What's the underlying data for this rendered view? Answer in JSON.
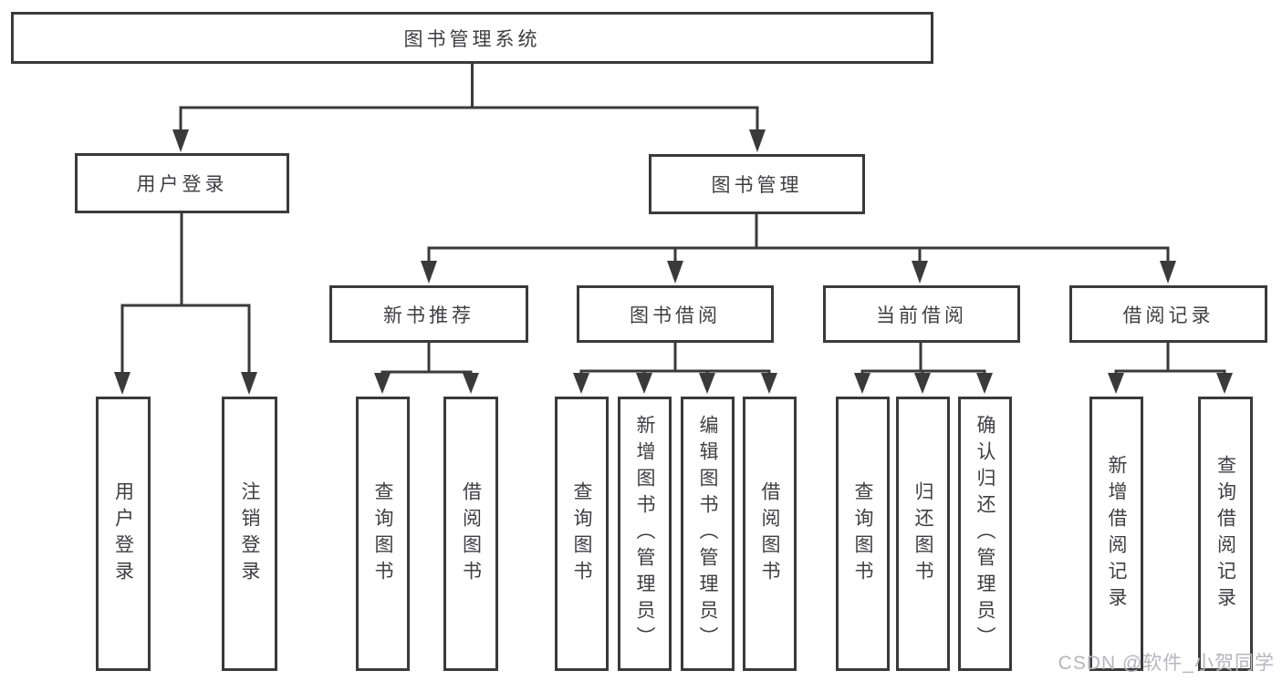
{
  "diagram": {
    "root": {
      "label": "图书管理系统"
    },
    "branches": [
      {
        "label": "用户登录",
        "children": [
          {
            "label": "用户登录"
          },
          {
            "label": "注销登录"
          }
        ]
      },
      {
        "label": "图书管理",
        "children": [
          {
            "label": "新书推荐",
            "children": [
              {
                "label": "查询图书"
              },
              {
                "label": "借阅图书"
              }
            ]
          },
          {
            "label": "图书借阅",
            "children": [
              {
                "label": "查询图书"
              },
              {
                "label": "新增图书（管理员）"
              },
              {
                "label": "编辑图书（管理员）"
              },
              {
                "label": "借阅图书"
              }
            ]
          },
          {
            "label": "当前借阅",
            "children": [
              {
                "label": "查询图书"
              },
              {
                "label": "归还图书"
              },
              {
                "label": "确认归还（管理员）"
              }
            ]
          },
          {
            "label": "借阅记录",
            "children": [
              {
                "label": "新增借阅记录"
              },
              {
                "label": "查询借阅记录"
              }
            ]
          }
        ]
      }
    ]
  },
  "watermark": {
    "text": "CSDN @软件_小贺同学"
  },
  "colors": {
    "line": "#3a3a3a",
    "box_border": "#3a3a3a",
    "box_fill": "#ffffff",
    "text": "#3f3f42",
    "watermark": "#b5b5bd",
    "background": "#ffffff"
  }
}
